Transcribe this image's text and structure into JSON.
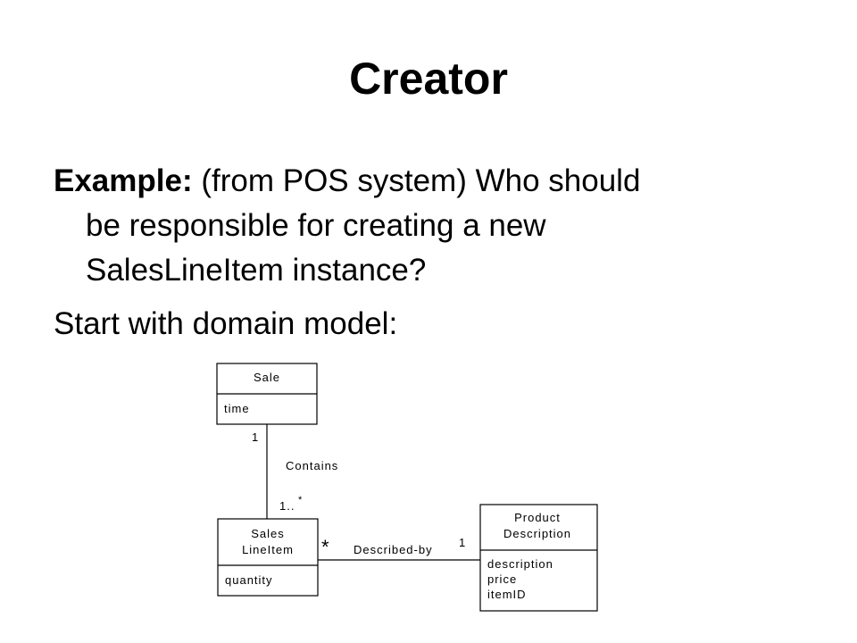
{
  "slide": {
    "title": "Creator",
    "example_label": "Example:",
    "example_line1": " (from POS system) Who should",
    "example_line2": "be responsible for creating a new",
    "example_line3": "SalesLineItem instance?",
    "start_text": "Start with domain model:"
  },
  "diagram": {
    "classes": {
      "sale": {
        "name": "Sale",
        "attributes": [
          "time"
        ]
      },
      "sales_line_item": {
        "name_line1": "Sales",
        "name_line2": "LineItem",
        "attributes": [
          "quantity"
        ]
      },
      "product_description": {
        "name_line1": "Product",
        "name_line2": "Description",
        "attributes": [
          "description",
          "price",
          "itemID"
        ]
      }
    },
    "associations": {
      "contains": {
        "label": "Contains",
        "mult_sale": "1",
        "mult_line_item": "1..",
        "mult_line_item_star": "*"
      },
      "described_by": {
        "label": "Described-by",
        "mult_line_item": "*",
        "mult_product": "1"
      }
    }
  }
}
